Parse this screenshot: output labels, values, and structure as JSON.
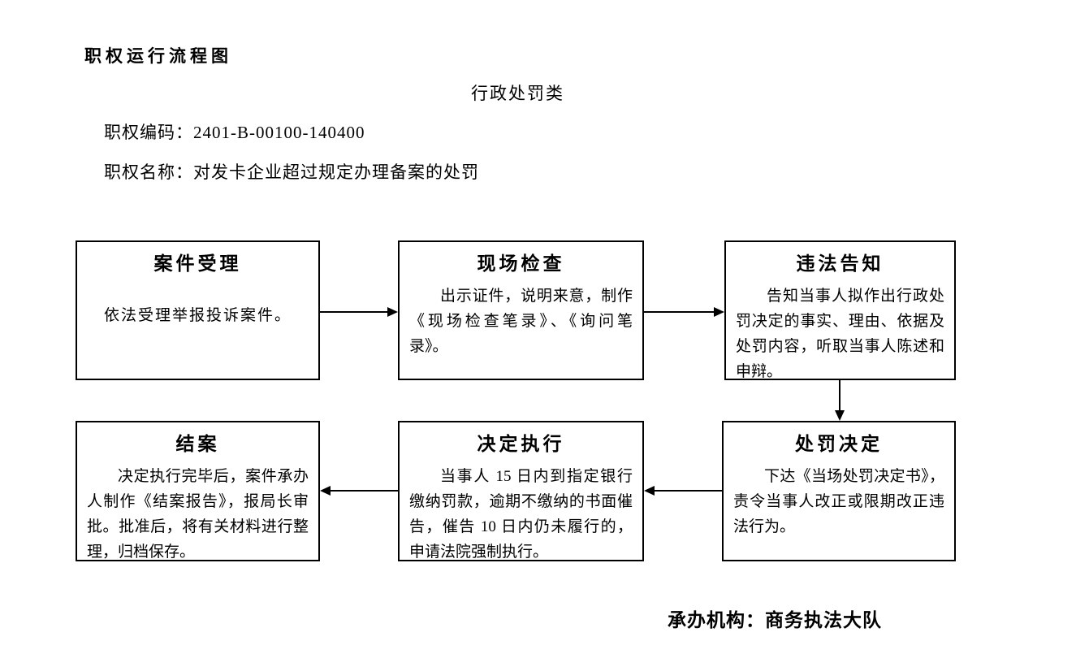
{
  "document": {
    "title": "职权运行流程图",
    "category": "行政处罚类",
    "authority_code": {
      "label": "职权编码：",
      "value": "2401-B-00100-140400"
    },
    "authority_name": {
      "label": "职权名称：",
      "value": "对发卡企业超过规定办理备案的处罚"
    },
    "footer": {
      "label": "承办机构：",
      "value": "商务执法大队"
    }
  },
  "flowchart": {
    "boxes": [
      {
        "id": "case-acceptance",
        "title": "案件受理",
        "body": "依法受理举报投诉案件。"
      },
      {
        "id": "site-inspection",
        "title": "现场检查",
        "body": "出示证件，说明来意，制作《现场检查笔录》、《询问笔录》。"
      },
      {
        "id": "violation-notice",
        "title": "违法告知",
        "body": "告知当事人拟作出行政处罚决定的事实、理由、依据及处罚内容，听取当事人陈述和申辩。"
      },
      {
        "id": "case-closing",
        "title": "结案",
        "body": "决定执行完毕后，案件承办人制作《结案报告》，报局长审批。批准后，将有关材料进行整理，归档保存。"
      },
      {
        "id": "decision-execution",
        "title": "决定执行",
        "body": "当事人 15 日内到指定银行缴纳罚款，逾期不缴纳的书面催告，催告 10 日内仍未履行的，申请法院强制执行。"
      },
      {
        "id": "penalty-decision",
        "title": "处罚决定",
        "body": "下达《当场处罚决定书》，责令当事人改正或限期改正违法行为。"
      }
    ],
    "connections": [
      {
        "from": "case-acceptance",
        "to": "site-inspection",
        "direction": "right"
      },
      {
        "from": "site-inspection",
        "to": "violation-notice",
        "direction": "right"
      },
      {
        "from": "violation-notice",
        "to": "penalty-decision",
        "direction": "down"
      },
      {
        "from": "penalty-decision",
        "to": "decision-execution",
        "direction": "left"
      },
      {
        "from": "decision-execution",
        "to": "case-closing",
        "direction": "left"
      }
    ]
  },
  "colors": {
    "text": "#000000",
    "background": "#ffffff",
    "box_border": "#000000",
    "arrow": "#000000"
  }
}
